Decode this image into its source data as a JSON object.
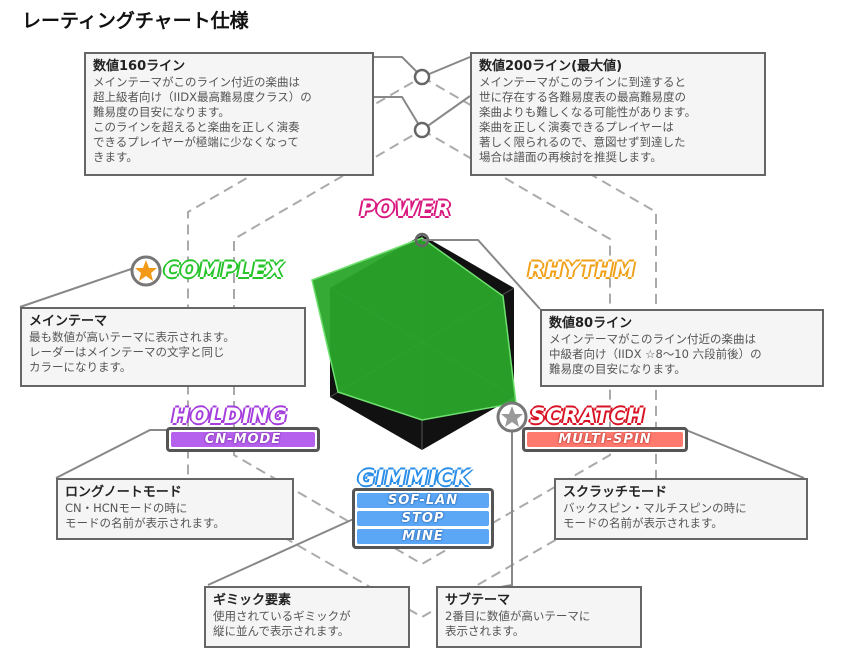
{
  "title": "レーティングチャート仕様",
  "axes": {
    "power": "POWER",
    "rhythm": "RHYTHM",
    "complex": "COMPLEX",
    "holding": "HOLDING",
    "scratch": "SCRATCH",
    "gimmick": "GIMMICK"
  },
  "badges": {
    "holding": "CN-MODE",
    "scratch": "MULTI-SPIN",
    "gimmick": [
      "SOF-LAN",
      "STOP",
      "MINE"
    ]
  },
  "colors": {
    "radar_fill": "#2aa52a",
    "radar_outline": "#6ee06e",
    "chart_bg": "#111111",
    "guide": "#aaaaaa"
  },
  "callouts": {
    "line160": {
      "heading": "数値160ライン",
      "lines": [
        "メインテーマがこのライン付近の楽曲は",
        "超上級者向け（IIDX最高難易度クラス）の",
        "難易度の目安になります。",
        "このラインを超えると楽曲を正しく演奏",
        "できるプレイヤーが極端に少なくなって",
        "きます。"
      ]
    },
    "line200": {
      "heading": "数値200ライン(最大値)",
      "lines": [
        "メインテーマがこのラインに到達すると",
        "世に存在する各難易度表の最高難易度の",
        "楽曲よりも難しくなる可能性があります。",
        "楽曲を正しく演奏できるプレイヤーは",
        "著しく限られるので、意図せず到達した",
        "場合は譜面の再検討を推奨します。"
      ]
    },
    "main_theme": {
      "heading": "メインテーマ",
      "lines": [
        "最も数値が高いテーマに表示されます。",
        "レーダーはメインテーマの文字と同じ",
        "カラーになります。"
      ]
    },
    "line80": {
      "heading": "数値80ライン",
      "lines": [
        "メインテーマがこのライン付近の楽曲は",
        "中級者向け（IIDX ☆8〜10 六段前後）の",
        "難易度の目安になります。"
      ]
    },
    "long_note": {
      "heading": "ロングノートモード",
      "lines": [
        "CN・HCNモードの時に",
        "モードの名前が表示されます。"
      ]
    },
    "scratch_mode": {
      "heading": "スクラッチモード",
      "lines": [
        "バックスピン・マルチスピンの時に",
        "モードの名前が表示されます。"
      ]
    },
    "gimmick": {
      "heading": "ギミック要素",
      "lines": [
        "使用されているギミックが",
        "縦に並んで表示されます。"
      ]
    },
    "sub_theme": {
      "heading": "サブテーマ",
      "lines": [
        "2番目に数値が高いテーマに",
        "表示されます。"
      ]
    }
  }
}
